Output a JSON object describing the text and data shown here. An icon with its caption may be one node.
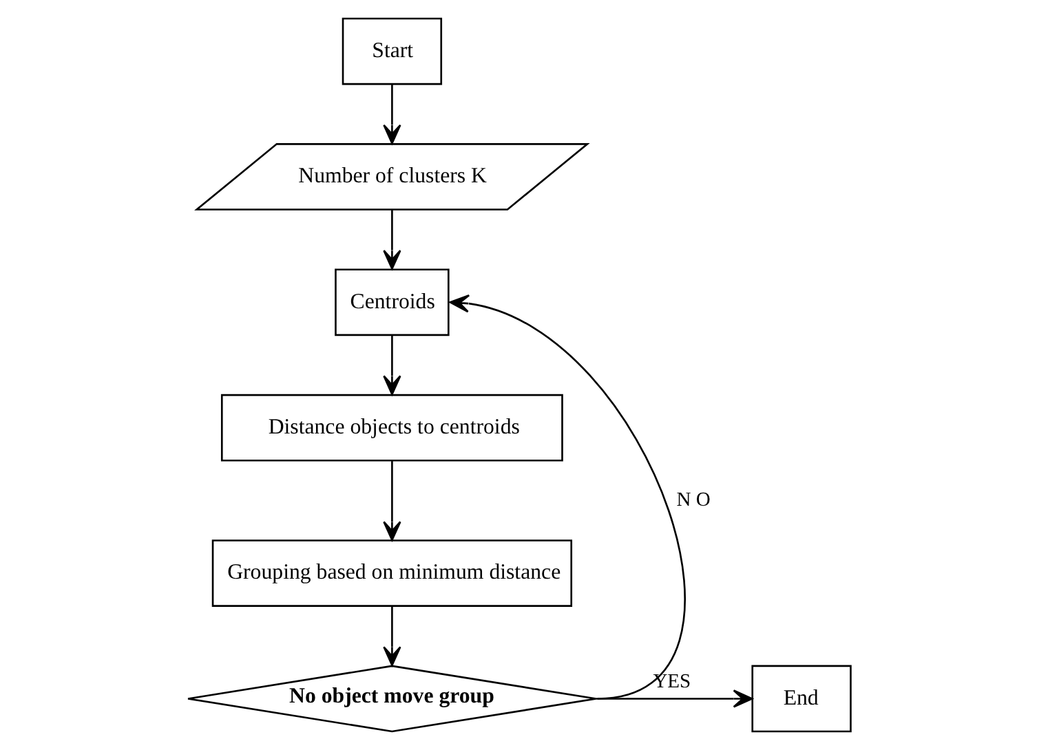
{
  "diagram": {
    "nodes": [
      {
        "text": [
          "Start"
        ]
      },
      {
        "text": [
          "Number of clusters K"
        ]
      },
      {
        "text": [
          "Centroids"
        ]
      },
      {
        "text": [
          "Distance objects to centroids"
        ]
      },
      {
        "text": [
          "Grouping based on minimum distance"
        ]
      },
      {
        "text": [
          "No object move group"
        ]
      },
      {
        "text": [
          "End"
        ]
      }
    ],
    "edges": [
      {
        "from": 0,
        "to": 1,
        "arrow": "to"
      },
      {
        "from": 1,
        "to": 2,
        "arrow": "to"
      },
      {
        "from": 2,
        "to": 3,
        "arrow": "to"
      },
      {
        "from": 3,
        "to": 4,
        "arrow": "to"
      },
      {
        "from": 4,
        "to": 5,
        "arrow": "to"
      },
      {
        "from": 5,
        "to": 6,
        "label": "YES",
        "arrow": "to"
      },
      {
        "from": 5,
        "to": 2,
        "label": "N O",
        "arrow": "to"
      }
    ]
  }
}
